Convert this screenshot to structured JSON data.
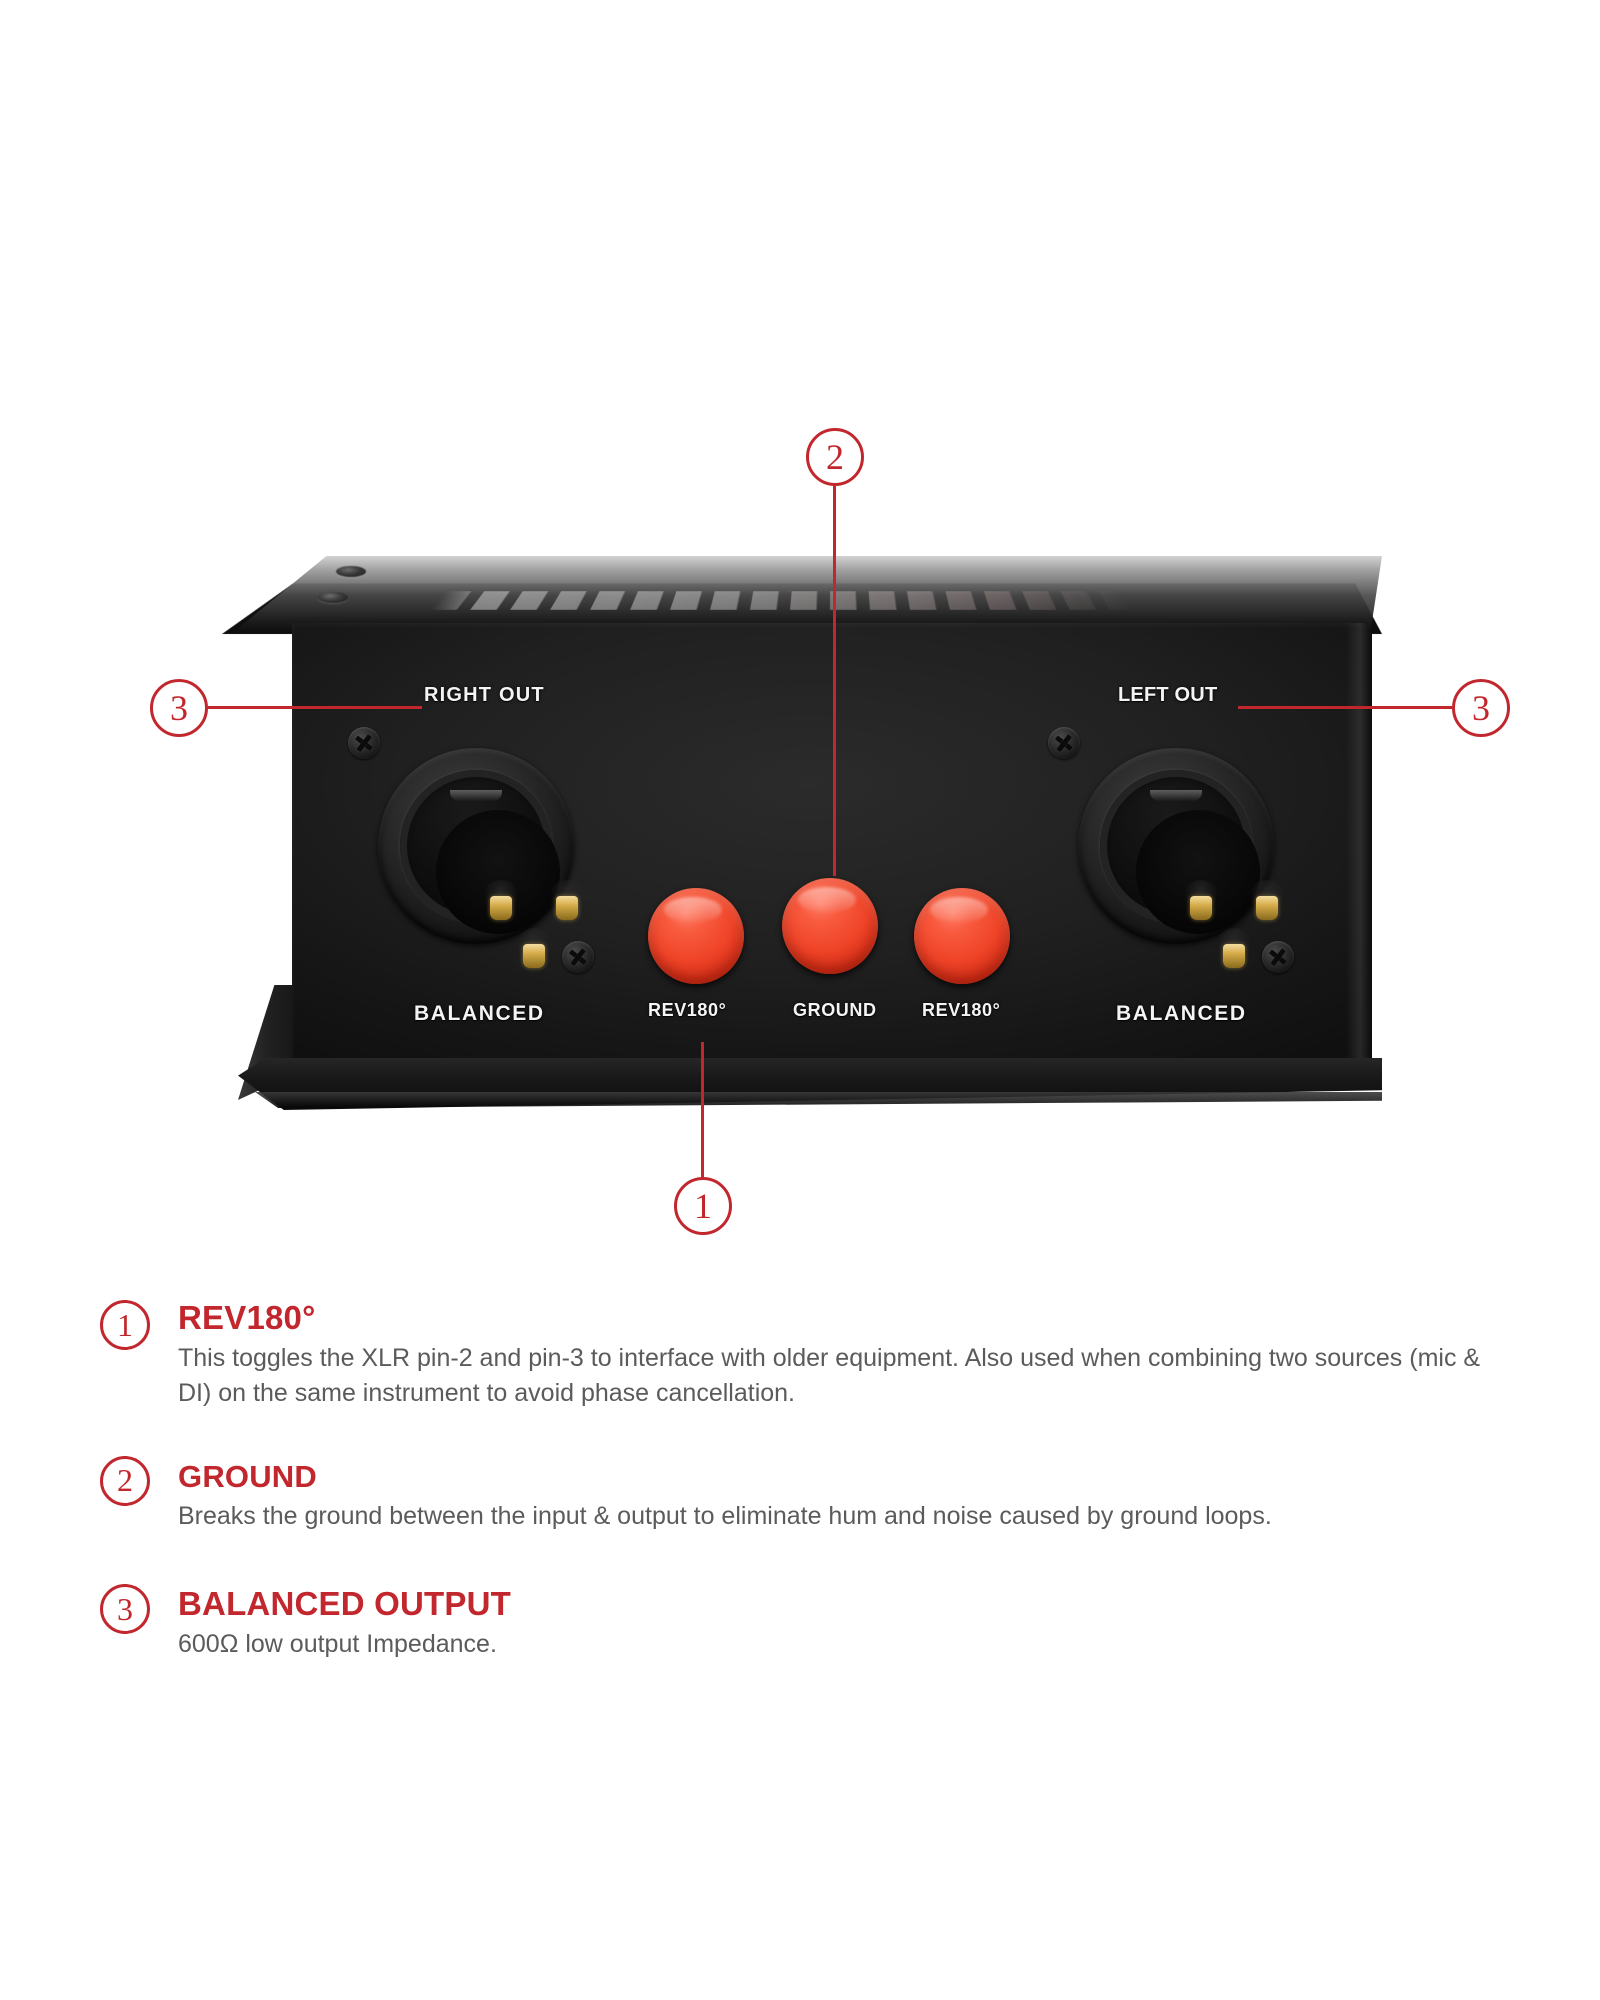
{
  "product": {
    "panel_labels": {
      "right_out": "RIGHT OUT",
      "left_out": "LEFT OUT",
      "balanced_left": "BALANCED",
      "balanced_right": "BALANCED",
      "button_rev_left": "REV180°",
      "button_ground": "GROUND",
      "button_rev_right": "REV180°"
    },
    "callouts": [
      {
        "number": "1",
        "target": "rev180-button"
      },
      {
        "number": "2",
        "target": "ground-button"
      },
      {
        "number": "3",
        "target": "right-balanced-output"
      },
      {
        "number": "3",
        "target": "left-balanced-output"
      }
    ],
    "colors": {
      "accent_red": "#c1272d",
      "button_red": "#ef4428",
      "body_black": "#1a1a1a",
      "label_white": "#f4f4f4",
      "description_gray": "#5b5b5b"
    }
  },
  "legend": {
    "items": [
      {
        "number": "1",
        "title": "REV180°",
        "description": "This toggles the XLR pin-2 and pin-3 to interface with older equipment. Also used when combining two sources (mic & DI) on the same instrument to avoid phase cancellation."
      },
      {
        "number": "2",
        "title": "GROUND",
        "description": "Breaks the ground between the  input & output to eliminate hum and  noise caused by ground loops."
      },
      {
        "number": "3",
        "title": "BALANCED OUTPUT",
        "description": "600Ω low output Impedance."
      }
    ]
  }
}
